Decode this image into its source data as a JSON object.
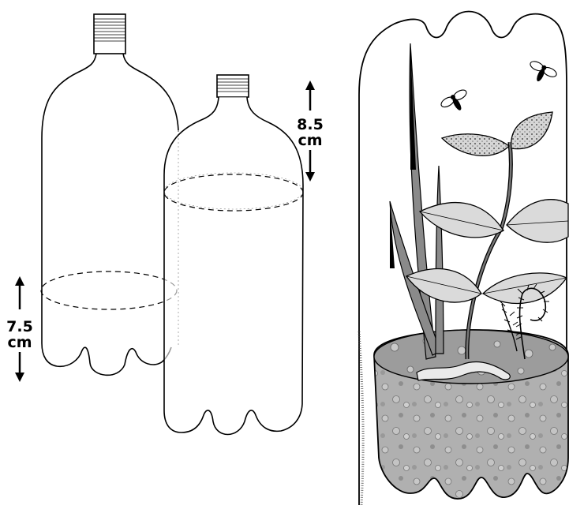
{
  "measurements": {
    "bottom": {
      "value": "7.5",
      "unit": "cm"
    },
    "top": {
      "value": "8.5",
      "unit": "cm"
    }
  },
  "colors": {
    "outline": "#000000",
    "leaf_fill": "#d9d9d9",
    "soil_fill": "#b3b3b3",
    "pebble_fill": "#8c8c8c"
  }
}
